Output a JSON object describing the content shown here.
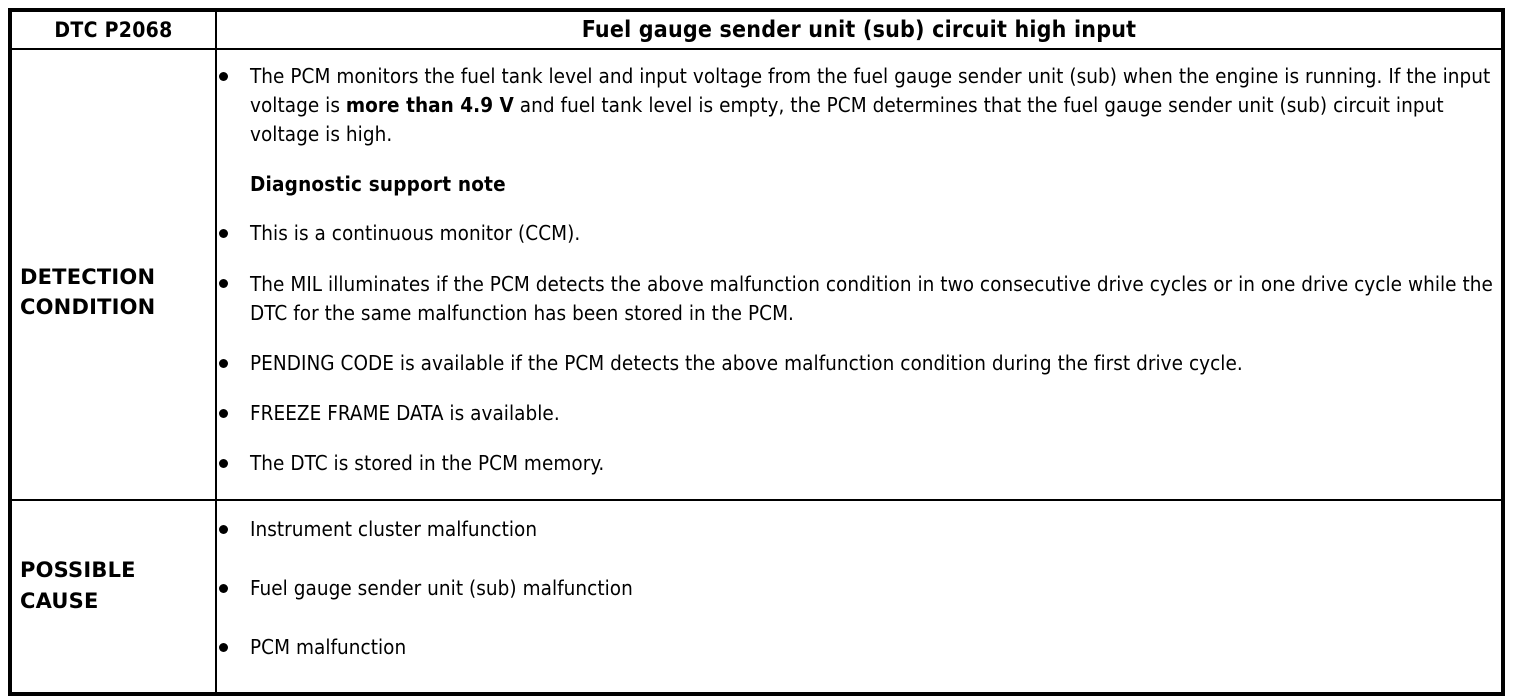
{
  "table": {
    "header": {
      "dtc_code": "DTC P2068",
      "title": "Fuel gauge sender unit (sub) circuit high input"
    },
    "rows": [
      {
        "label": "DETECTION\nCONDITION",
        "items": [
          {
            "type": "bullet",
            "segments": [
              {
                "text": "The PCM monitors the fuel tank level and input voltage from the fuel gauge sender unit (sub) when the engine is running. If the input voltage is ",
                "bold": false
              },
              {
                "text": "more than 4.9 V",
                "bold": true
              },
              {
                "text": " and fuel tank level is empty, the PCM determines that the fuel gauge sender unit (sub) circuit input voltage is high.",
                "bold": false
              }
            ]
          },
          {
            "type": "heading",
            "text": "Diagnostic support note"
          },
          {
            "type": "bullet",
            "text": "This is a continuous monitor (CCM)."
          },
          {
            "type": "bullet",
            "text": "The MIL illuminates if the PCM detects the above malfunction condition in two consecutive drive cycles or in one drive cycle while the DTC for the same malfunction has been stored in the PCM."
          },
          {
            "type": "bullet",
            "text": "PENDING CODE is available if the PCM detects the above malfunction condition during the first drive cycle."
          },
          {
            "type": "bullet",
            "text": "FREEZE FRAME DATA is available."
          },
          {
            "type": "bullet",
            "text": "The DTC is stored in the PCM memory."
          }
        ]
      },
      {
        "label": "POSSIBLE\nCAUSE",
        "items": [
          {
            "type": "bullet",
            "text": "Instrument cluster malfunction"
          },
          {
            "type": "bullet",
            "text": "Fuel gauge sender unit (sub) malfunction"
          },
          {
            "type": "bullet",
            "text": "PCM malfunction"
          }
        ]
      }
    ]
  },
  "colors": {
    "text": "#000000",
    "background": "#ffffff",
    "border": "#000000"
  }
}
